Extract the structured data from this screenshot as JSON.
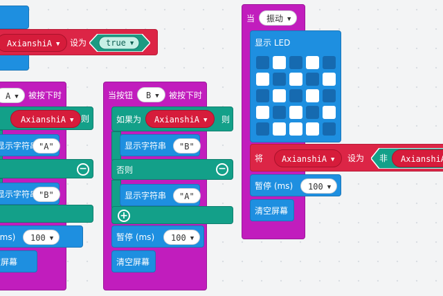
{
  "caret": "▼",
  "left_top": {
    "var_name": "AxianshiA",
    "set_to": "设为",
    "true_value": "true"
  },
  "left_mid": {
    "button_key": "A",
    "pressed_label": "被按下时",
    "var_name": "AxianshiA",
    "then_label": "则",
    "show_string": "显示字符串",
    "string_a": "\"A\"",
    "string_b": "\"B\"",
    "pause_label": "(ms)",
    "pause_value": "100",
    "clear_label": "清空屏幕",
    "collapse_icon": "⊖"
  },
  "middle": {
    "when_button": "当按钮",
    "button_key": "B",
    "pressed_label": "被按下时",
    "if_label": "如果为",
    "var_name": "AxianshiA",
    "then_label": "则",
    "show_string": "显示字符串",
    "string_b": "\"B\"",
    "else_label": "否则",
    "string_a": "\"A\"",
    "pause_label": "暂停 (ms)",
    "pause_value": "100",
    "clear_label": "清空屏幕"
  },
  "right": {
    "when_label": "当",
    "event_value": "振动",
    "show_led": "显示 LED",
    "led_grid": [
      [
        0,
        1,
        0,
        1,
        0
      ],
      [
        1,
        0,
        1,
        0,
        1
      ],
      [
        0,
        1,
        0,
        1,
        0
      ],
      [
        1,
        0,
        1,
        0,
        1
      ],
      [
        0,
        1,
        1,
        1,
        0
      ]
    ],
    "set_label": "将",
    "var_name": "AxianshiA",
    "set_to": "设为",
    "not_label": "非",
    "var_name2": "AxianshiA",
    "pause_label": "暂停 (ms)",
    "pause_value": "100",
    "clear_label": "清空屏幕"
  }
}
